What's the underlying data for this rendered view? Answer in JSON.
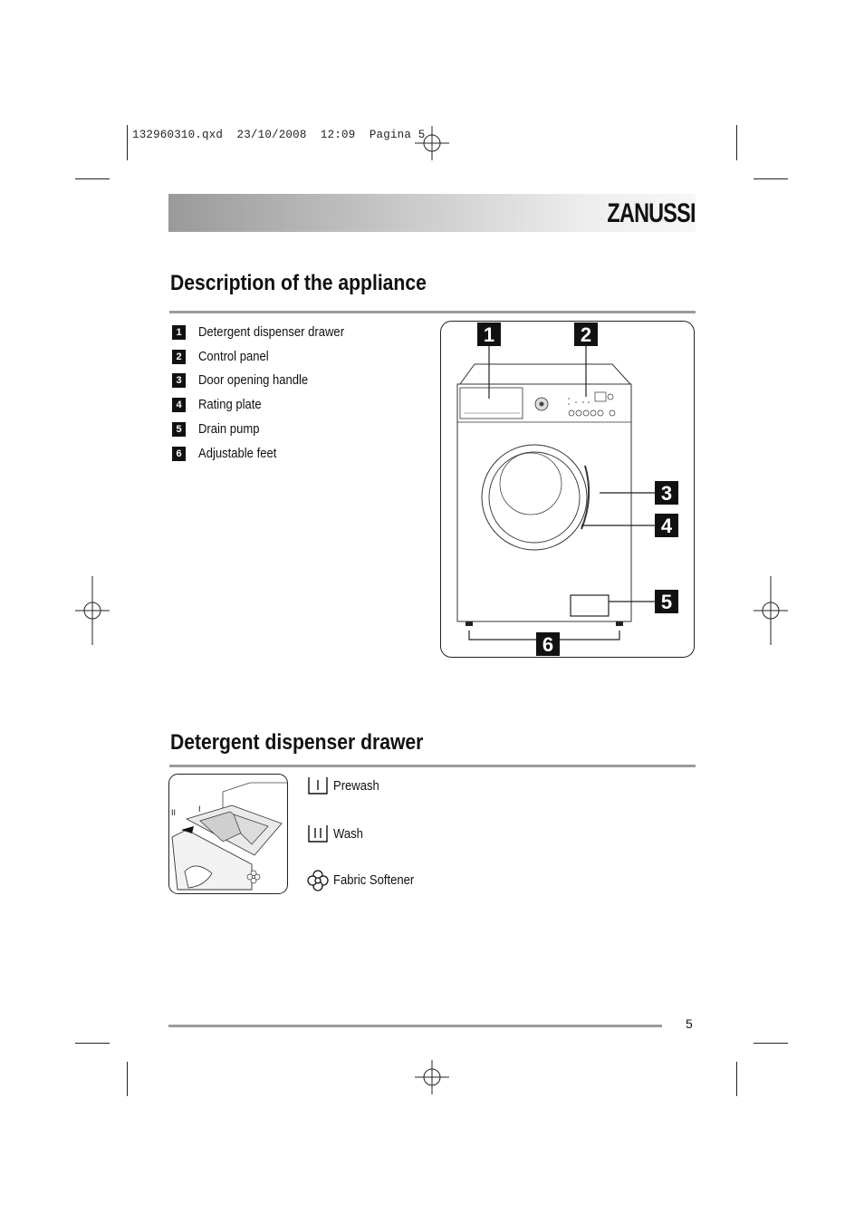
{
  "print_slug": "132960310.qxd  23/10/2008  12:09  Pagina 5",
  "brand": "ZANUSSI",
  "section1": {
    "title": "Description of the appliance",
    "items": [
      {
        "num": "1",
        "label": "Detergent dispenser drawer"
      },
      {
        "num": "2",
        "label": "Control panel"
      },
      {
        "num": "3",
        "label": "Door opening handle"
      },
      {
        "num": "4",
        "label": "Rating plate"
      },
      {
        "num": "5",
        "label": "Drain pump"
      },
      {
        "num": "6",
        "label": "Adjustable feet"
      }
    ],
    "callouts": [
      "1",
      "2",
      "3",
      "4",
      "5",
      "6"
    ]
  },
  "section2": {
    "title": "Detergent dispenser drawer",
    "drawer_marks": [
      "II",
      "I"
    ],
    "compartments": [
      {
        "icon": "prewash-compartment-icon",
        "label": "Prewash"
      },
      {
        "icon": "wash-compartment-icon",
        "label": "Wash"
      },
      {
        "icon": "fabric-softener-flower-icon",
        "label": "Fabric Softener"
      }
    ]
  },
  "page_number": "5",
  "colors": {
    "accent_black": "#111111",
    "rule_grey": "#9b9b9b"
  }
}
